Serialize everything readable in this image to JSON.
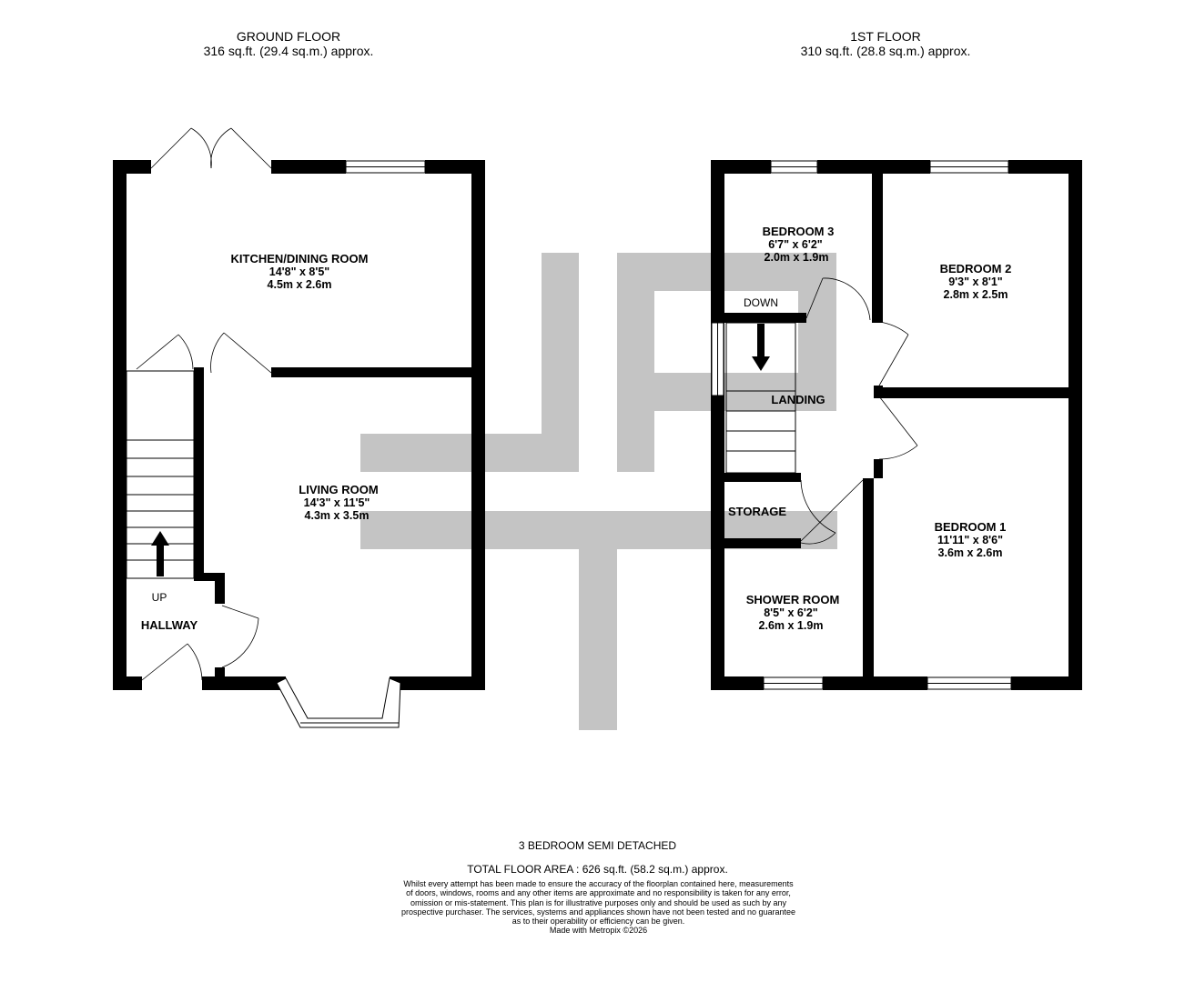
{
  "ground_floor": {
    "heading": "GROUND FLOOR",
    "area": "316 sq.ft. (29.4 sq.m.) approx.",
    "rooms": {
      "kitchen": {
        "name": "KITCHEN/DINING ROOM",
        "imperial": "14'8\"  x 8'5\"",
        "metric": "4.5m  x 2.6m"
      },
      "living": {
        "name": "LIVING ROOM",
        "imperial": "14'3\"  x 11'5\"",
        "metric": "4.3m  x 3.5m"
      },
      "hallway": {
        "name": "HALLWAY"
      }
    },
    "stairs_label": "UP"
  },
  "first_floor": {
    "heading": "1ST FLOOR",
    "area": "310 sq.ft. (28.8 sq.m.) approx.",
    "rooms": {
      "bedroom3": {
        "name": "BEDROOM 3",
        "imperial": "6'7\"  x 6'2\"",
        "metric": "2.0m  x 1.9m"
      },
      "bedroom2": {
        "name": "BEDROOM 2",
        "imperial": "9'3\"  x 8'1\"",
        "metric": "2.8m  x 2.5m"
      },
      "bedroom1": {
        "name": "BEDROOM 1",
        "imperial": "11'11\"  x 8'6\"",
        "metric": "3.6m  x 2.6m"
      },
      "shower": {
        "name": "SHOWER ROOM",
        "imperial": "8'5\"  x 6'2\"",
        "metric": "2.6m  x 1.9m"
      },
      "landing": {
        "name": "LANDING"
      },
      "storage": {
        "name": "STORAGE"
      }
    },
    "stairs_label": "DOWN"
  },
  "footer": {
    "title": "3 BEDROOM SEMI DETACHED",
    "total_area": "TOTAL FLOOR AREA : 626 sq.ft. (58.2 sq.m.) approx.",
    "disclaimer": [
      "Whilst every attempt has been made to ensure the accuracy of the floorplan contained here, measurements",
      "of doors, windows, rooms and any other items are approximate and no responsibility is taken for any error,",
      "omission or mis-statement. This plan is for illustrative purposes only and should be used as such by any",
      "prospective purchaser. The services, systems and appliances shown have not been tested and no guarantee",
      "as to their operability or efficiency can be given.",
      "Made with Metropix ©2026"
    ]
  },
  "colors": {
    "wall": "#000000",
    "watermark": "#c4c4c4",
    "background": "#ffffff"
  }
}
